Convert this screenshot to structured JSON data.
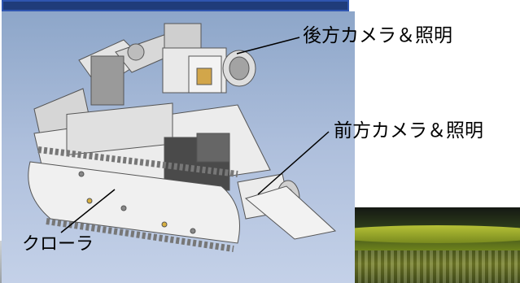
{
  "labels": {
    "rear_camera": "後方カメラ＆照明",
    "front_camera": "前方カメラ＆照明",
    "crawler": "クローラ"
  },
  "colors": {
    "header": "#1f3c7a",
    "background_top": "#8da6c9",
    "background_bottom": "#c4d1e8",
    "callout_line": "#000000"
  }
}
